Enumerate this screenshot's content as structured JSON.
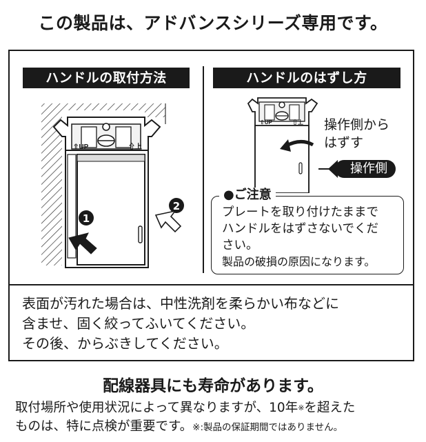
{
  "header": {
    "title": "この製品は、アドバンスシリーズ専用です。"
  },
  "attach_panel": {
    "title": "ハンドルの取付方法",
    "label_up_left": "⇧UP",
    "label_up_right": "⇧上",
    "step1": "1",
    "step2": "2"
  },
  "remove_panel": {
    "title": "ハンドルのはずし方",
    "label_up_left": "⇧UP",
    "label_up_right": "⇧上",
    "instruction_line1": "操作側から",
    "instruction_line2": "はずす",
    "side_label": "操作側"
  },
  "caution": {
    "title": "●ご注意",
    "line1": "プレートを取り付けたままで",
    "line2": "ハンドルをはずさないでくだ",
    "line3": "さい。",
    "line4": "製品の破損の原因になります。"
  },
  "cleaning": {
    "line1": "表面が汚れた場合は、中性洗剤を柔らかい布などに",
    "line2": "含ませ、固く絞ってふいてください。",
    "line3": "その後、からぶきしてください。"
  },
  "lifespan": {
    "title": "配線器具にも寿命があります。",
    "line1_a": "取付場所や使用状況によって異なりますが、10年",
    "line1_mark": "※",
    "line1_b": "を超えた",
    "line2": "ものは、特に点検が重要です。",
    "footnote": "※:製品の保証期間ではありません。"
  }
}
